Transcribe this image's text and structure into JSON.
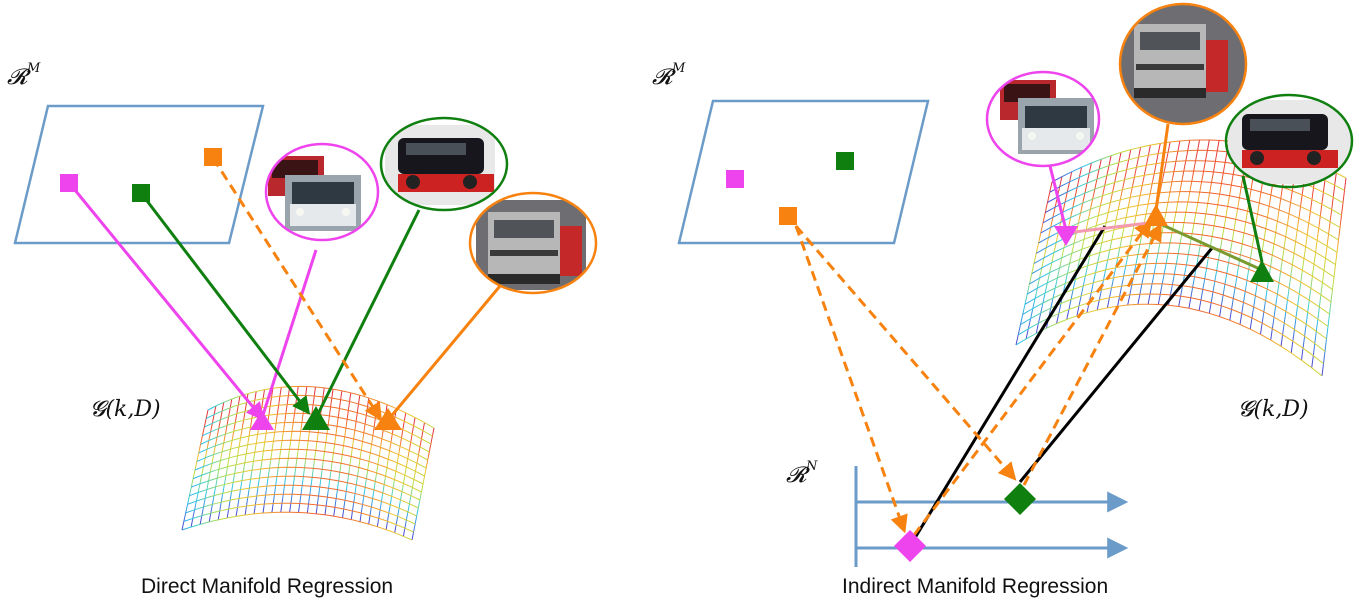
{
  "colors": {
    "space_border": "#6b9bc8",
    "magenta": "#ee44ee",
    "green": "#0f7f0f",
    "orange": "#f7820f",
    "black": "#000000",
    "axis": "#6b9bc8"
  },
  "left": {
    "space_label": {
      "base": "𝓡",
      "sup": "M"
    },
    "manifold_label": "𝓖(k,D)",
    "caption": "Direct Manifold Regression"
  },
  "right": {
    "space_label": {
      "base": "𝓡",
      "sup": "M"
    },
    "embedding_label": {
      "base": "𝓡",
      "sup": "N"
    },
    "manifold_label": "𝓖(k,D)",
    "caption": "Indirect Manifold Regression"
  },
  "thumbnails": [
    {
      "name": "red-and-white-suv-photos",
      "icon": "car-photo-icon"
    },
    {
      "name": "black-van-photos",
      "icon": "van-photo-icon"
    },
    {
      "name": "silver-suv-rear-photos",
      "icon": "car-rear-photo-icon"
    }
  ]
}
